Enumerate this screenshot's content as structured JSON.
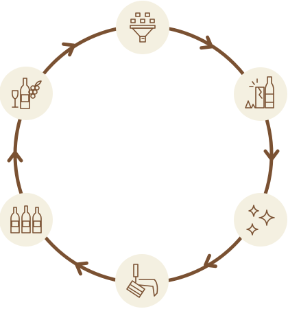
{
  "colors": {
    "ring": "#7a5132",
    "node_fill": "#f4f0e1",
    "icon": "#7a5132",
    "background": "#ffffff"
  },
  "cycle": {
    "direction": "clockwise",
    "nodes": [
      {
        "id": "sorting",
        "icon": "funnel-sorting-icon"
      },
      {
        "id": "crushing",
        "icon": "broken-glass-bottle-icon"
      },
      {
        "id": "cleaning",
        "icon": "sparkles-icon"
      },
      {
        "id": "melting",
        "icon": "pouring-crucible-icon"
      },
      {
        "id": "new-bottles",
        "icon": "three-bottles-icon"
      },
      {
        "id": "consumption",
        "icon": "wine-bottle-glass-grapes-icon"
      }
    ]
  }
}
